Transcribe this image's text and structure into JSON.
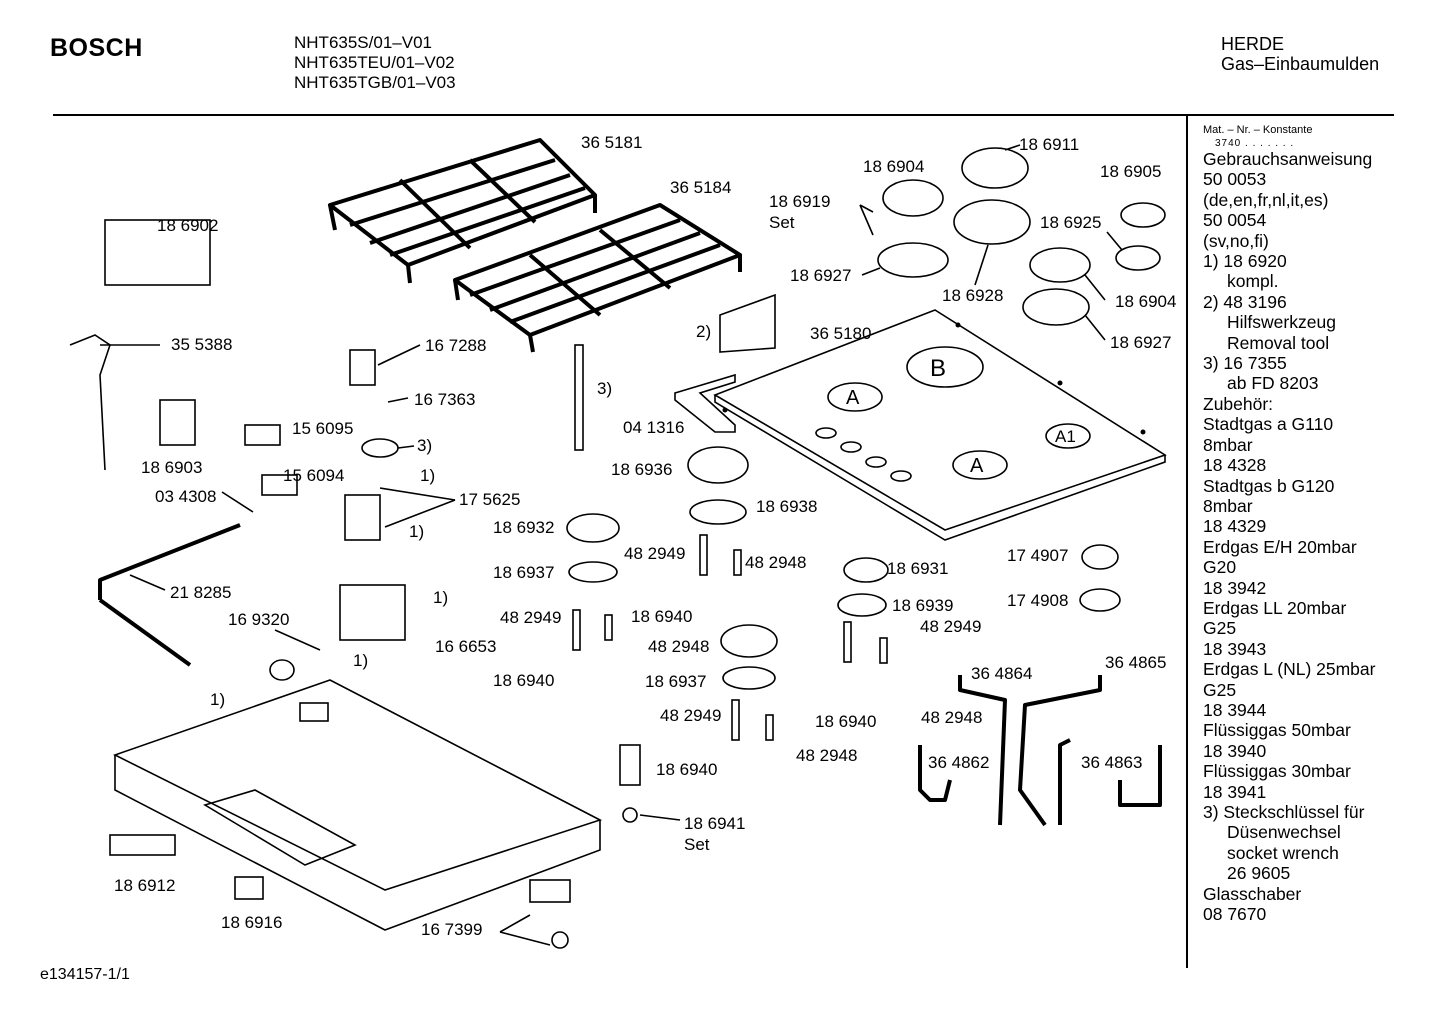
{
  "header": {
    "brand": "BOSCH",
    "models": [
      "NHT635S/01–V01",
      "NHT635TEU/01–V02",
      "NHT635TGB/01–V03"
    ],
    "category": "HERDE",
    "subcategory": "Gas–Einbaumulden"
  },
  "sidebar": {
    "heading": "Mat. – Nr. – Konstante",
    "heading_value": "3740 . . . . . . .",
    "lines": [
      {
        "text": "Gebrauchsanweisung",
        "indent": false
      },
      {
        "text": "50 0053",
        "indent": false
      },
      {
        "text": "(de,en,fr,nl,it,es)",
        "indent": false
      },
      {
        "text": "50 0054",
        "indent": false
      },
      {
        "text": "(sv,no,fi)",
        "indent": false
      },
      {
        "text": "1)  18 6920",
        "indent": false
      },
      {
        "text": "kompl.",
        "indent": true
      },
      {
        "text": "2)  48 3196",
        "indent": false
      },
      {
        "text": "Hilfswerkzeug",
        "indent": true
      },
      {
        "text": "Removal tool",
        "indent": true
      },
      {
        "text": "3)  16 7355",
        "indent": false
      },
      {
        "text": "ab FD 8203",
        "indent": true
      },
      {
        "text": "Zubehör:",
        "indent": false
      },
      {
        "text": "Stadtgas a G110",
        "indent": false
      },
      {
        "text": "8mbar",
        "indent": false
      },
      {
        "text": "18 4328",
        "indent": false
      },
      {
        "text": "Stadtgas b G120",
        "indent": false
      },
      {
        "text": "8mbar",
        "indent": false
      },
      {
        "text": "18 4329",
        "indent": false
      },
      {
        "text": "Erdgas E/H 20mbar",
        "indent": false
      },
      {
        "text": "G20",
        "indent": false
      },
      {
        "text": "18 3942",
        "indent": false
      },
      {
        "text": "Erdgas LL 20mbar",
        "indent": false
      },
      {
        "text": "G25",
        "indent": false
      },
      {
        "text": "18 3943",
        "indent": false
      },
      {
        "text": "Erdgas L (NL) 25mbar",
        "indent": false
      },
      {
        "text": "G25",
        "indent": false
      },
      {
        "text": "18 3944",
        "indent": false
      },
      {
        "text": "Flüssiggas 50mbar",
        "indent": false
      },
      {
        "text": "18 3940",
        "indent": false
      },
      {
        "text": "Flüssiggas 30mbar",
        "indent": false
      },
      {
        "text": "18 3941",
        "indent": false
      },
      {
        "text": "3)  Steckschlüssel für",
        "indent": false
      },
      {
        "text": "Düsenwechsel",
        "indent": true
      },
      {
        "text": "socket wrench",
        "indent": true
      },
      {
        "text": "26 9605",
        "indent": true
      },
      {
        "text": "Glasschaber",
        "indent": false
      },
      {
        "text": "08 7670",
        "indent": false
      }
    ]
  },
  "parts": {
    "p365181": "36 5181",
    "p365184": "36 5184",
    "p186902": "18 6902",
    "p355388": "35 5388",
    "p186903": "18 6903",
    "p167288": "16 7288",
    "p167363": "16 7363",
    "p156095": "15 6095",
    "p156094": "15 6094",
    "p034308": "03 4308",
    "p175625": "17 5625",
    "p218285": "21 8285",
    "p169320": "16 9320",
    "p166653": "16 6653",
    "p186912": "18 6912",
    "p186916": "18 6916",
    "p167399": "16 7399",
    "p041316": "04 1316",
    "p186936": "18 6936",
    "p186938": "18 6938",
    "p186932": "18 6932",
    "p186937a": "18 6937",
    "p186937b": "18 6937",
    "p482949a": "48 2949",
    "p482948a": "48 2948",
    "p482949b": "48 2949",
    "p482948b": "48 2948",
    "p186940a": "18 6940",
    "p186940b": "18 6940",
    "p186940c": "18 6940",
    "p482949c": "48 2949",
    "p482948c": "48 2948",
    "p186941": "18 6941",
    "set1": "Set",
    "p186904a": "18 6904",
    "p186911": "18 6911",
    "p186905": "18 6905",
    "p186919": "18 6919",
    "set2": "Set",
    "p186925": "18 6925",
    "p186927a": "18 6927",
    "p186928": "18 6928",
    "p186904b": "18 6904",
    "p186927b": "18 6927",
    "p365180": "36 5180",
    "p186931": "18 6931",
    "p186939": "18 6939",
    "p482949d": "48 2949",
    "p186940d": "18 6940",
    "p482948d": "48 2948",
    "p174907": "17 4907",
    "p174908": "17 4908",
    "p364864": "36 4864",
    "p364865": "36 4865",
    "p364862": "36 4862",
    "p364863": "36 4863"
  },
  "callouts": {
    "c1a": "1)",
    "c1b": "1)",
    "c1c": "1)",
    "c1d": "1)",
    "c1e": "1)",
    "c2": "2)",
    "c3a": "3)",
    "c3b": "3)"
  },
  "burner_marks": {
    "b": "B",
    "a1": "A",
    "a2": "A",
    "a3": "A1"
  },
  "footer": "e134157-1/1"
}
